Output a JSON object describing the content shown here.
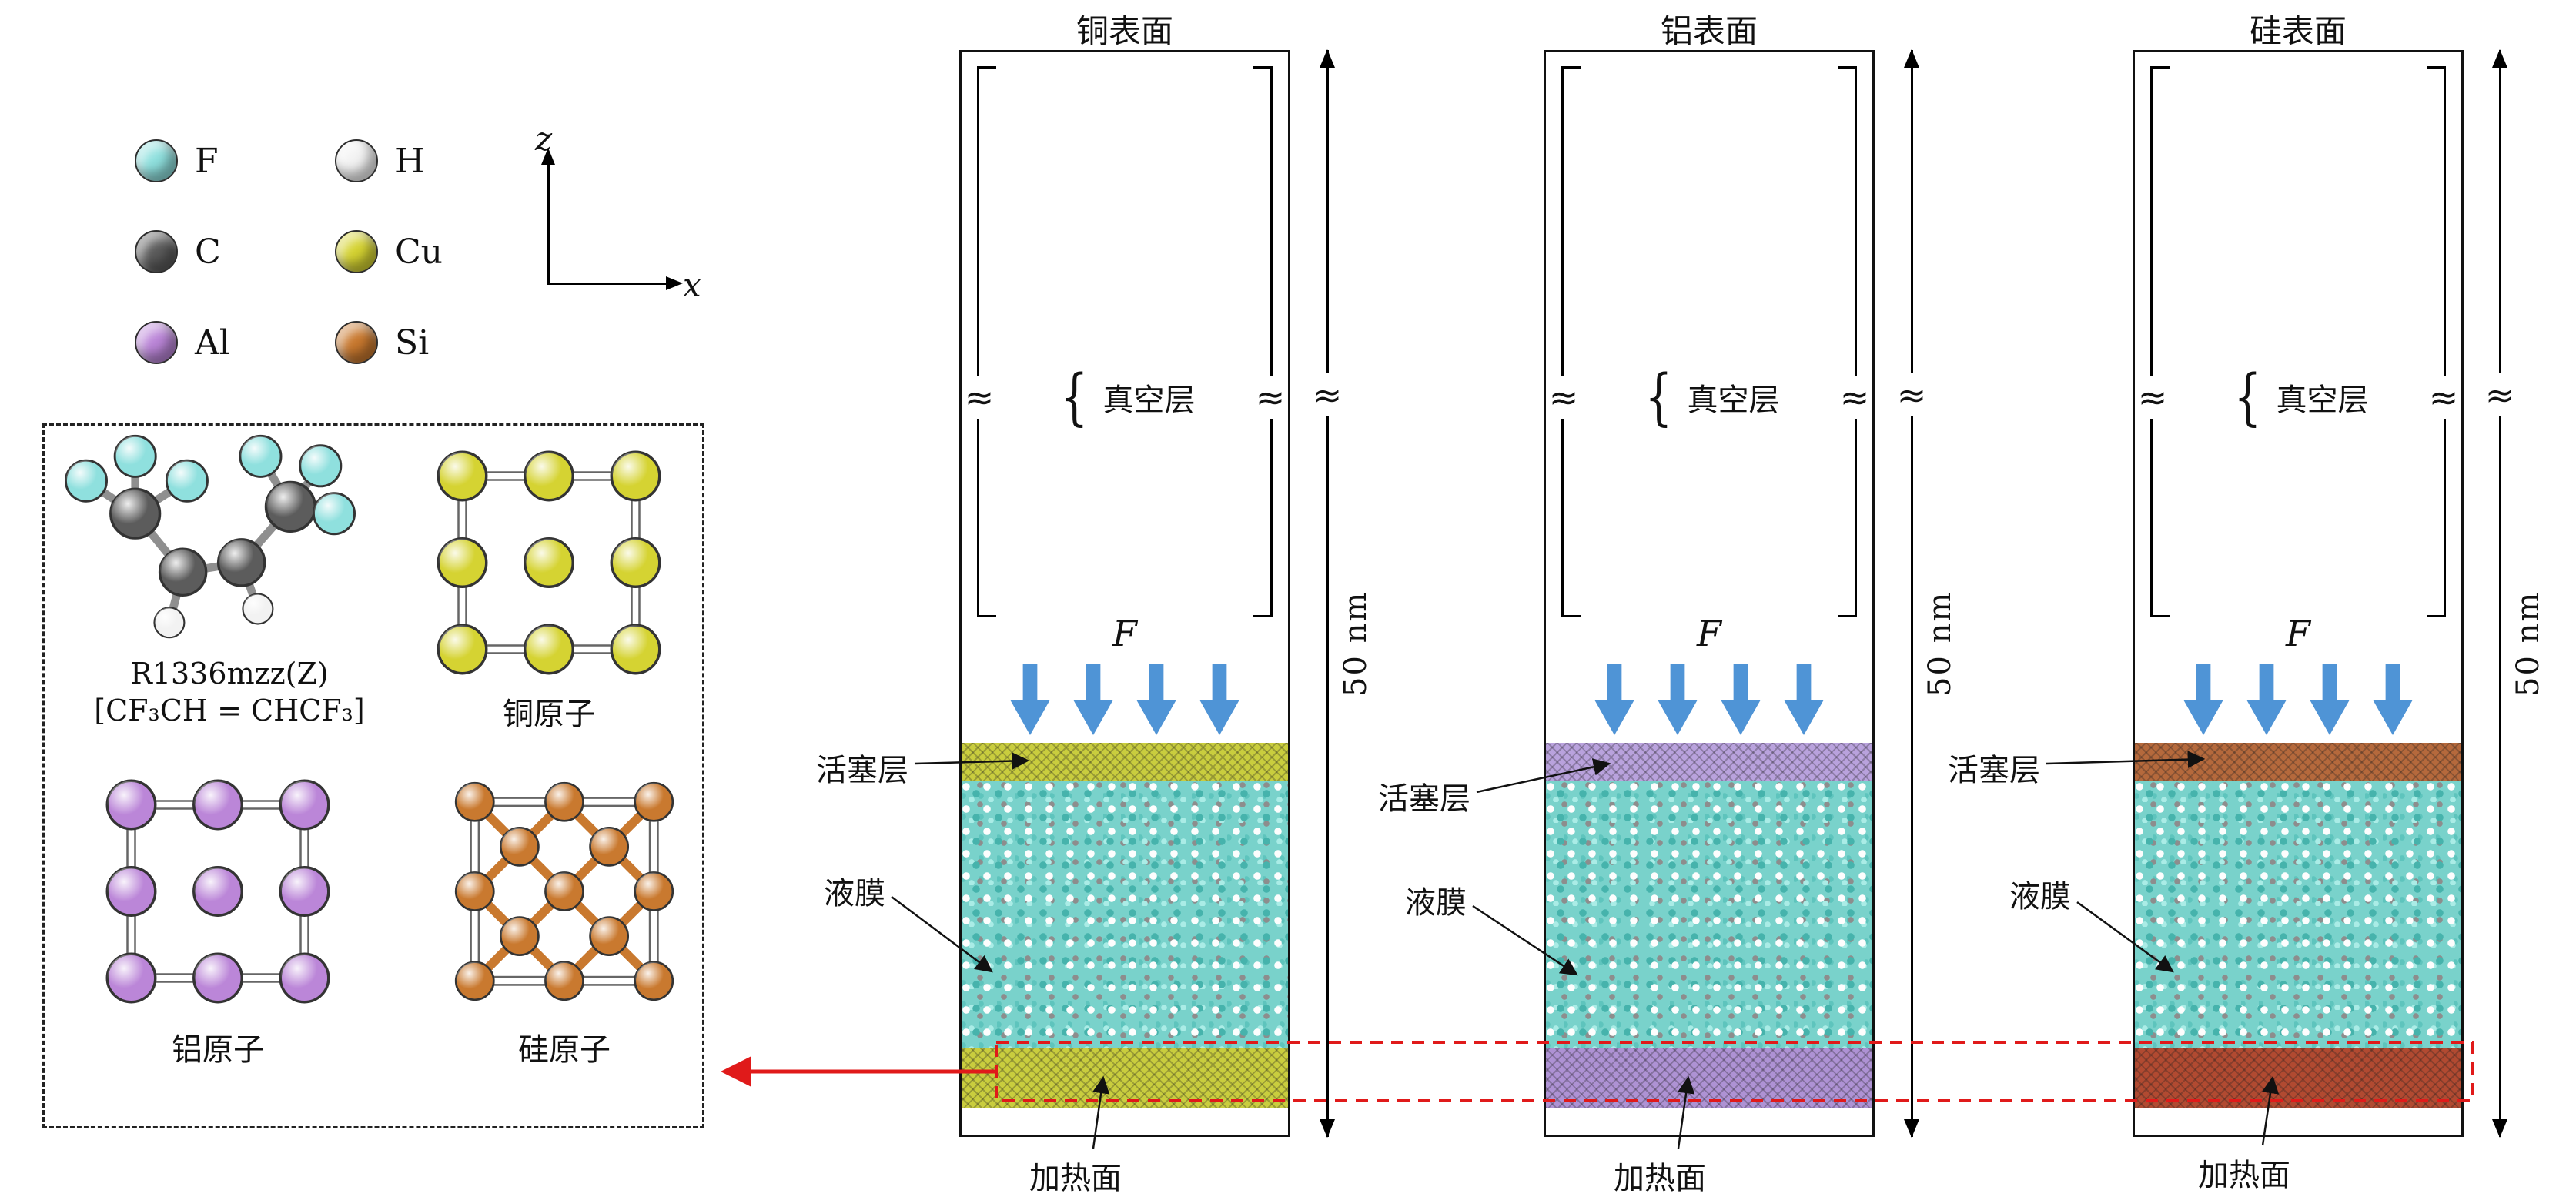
{
  "legend": {
    "atoms": [
      {
        "symbol": "F",
        "color": "#8fe0de"
      },
      {
        "symbol": "H",
        "color": "#f2f2f2"
      },
      {
        "symbol": "C",
        "color": "#5c5c5c"
      },
      {
        "symbol": "Cu",
        "color": "#d5d332"
      },
      {
        "symbol": "Al",
        "color": "#bb86d8"
      },
      {
        "symbol": "Si",
        "color": "#c9792f"
      }
    ],
    "axis": {
      "z_label": "z",
      "x_label": "x"
    }
  },
  "inset": {
    "molecule_name": "R1336mzz(Z)",
    "molecule_formula": "[CF₃CH = CHCF₃]",
    "copper_lattice_label": "铜原子",
    "aluminum_lattice_label": "铝原子",
    "silicon_lattice_label": "硅原子"
  },
  "columns": [
    {
      "title": "铜表面",
      "vacuum_label": "真空层",
      "force_label": "F",
      "piston_label": "活塞层",
      "film_label": "液膜",
      "heater_label": "加热面",
      "height_label": "50 nm",
      "piston_color": "#c9cd3e",
      "heater_color": "#c9cd3e"
    },
    {
      "title": "铝表面",
      "vacuum_label": "真空层",
      "force_label": "F",
      "piston_label": "活塞层",
      "film_label": "液膜",
      "heater_label": "加热面",
      "height_label": "50 nm",
      "piston_color": "#b9a2dd",
      "heater_color": "#ae92d4"
    },
    {
      "title": "硅表面",
      "vacuum_label": "真空层",
      "force_label": "F",
      "piston_label": "活塞层",
      "film_label": "液膜",
      "heater_label": "加热面",
      "height_label": "50 nm",
      "piston_color": "#b5693c",
      "heater_color": "#b14a31"
    }
  ],
  "symbols": {
    "approx": "≈",
    "brace": "{"
  },
  "colors": {
    "force_arrow": "#4f94d6",
    "highlight_red": "#e01a1a",
    "liquid_base": "#79d2cb"
  }
}
